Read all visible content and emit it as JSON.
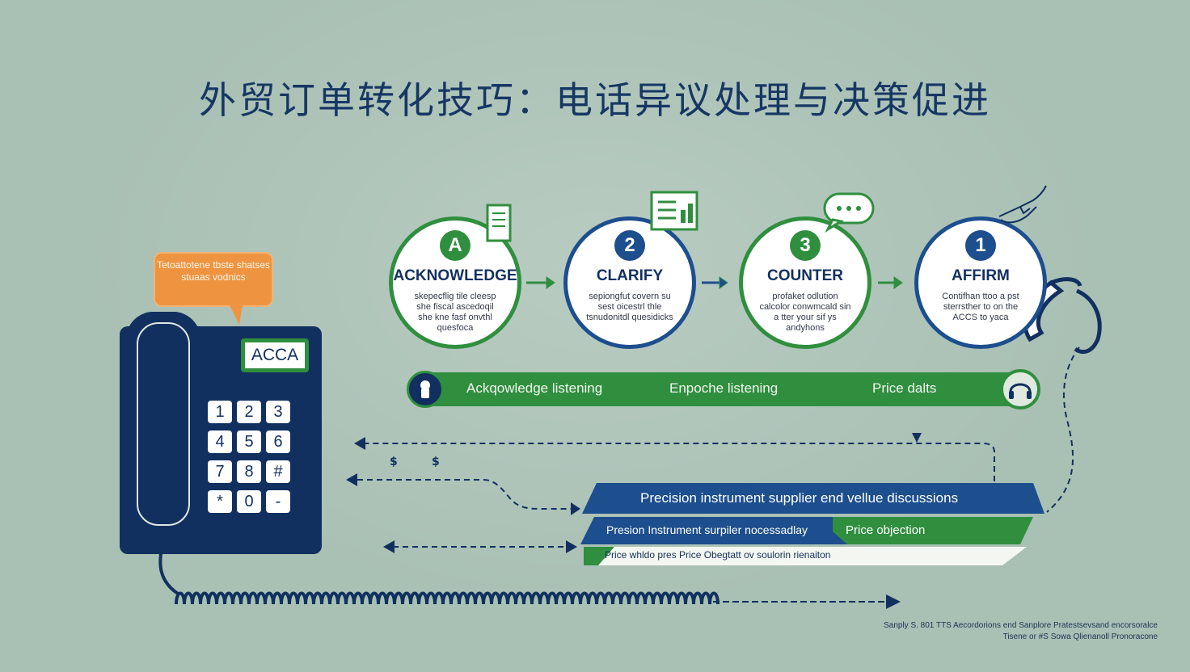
{
  "title": "外贸订单转化技巧：电话异议处理与决策促进",
  "steps": [
    {
      "badge": "A",
      "label": "ACKNOWLEDGE",
      "desc": "skepecflig tile cleesp she fiscal ascedoqil she kne fasf onvthl quesfoca",
      "color": "#2f8f3e"
    },
    {
      "badge": "2",
      "label": "CLARIFY",
      "desc": "sepiongfut covern su sest oicestrl thle tsnudonitdl quesidicks",
      "color": "#1d4e8e"
    },
    {
      "badge": "3",
      "label": "COUNTER",
      "desc": "profaket odlution calcolor conwmcald sin a tter your sif ys andyhons",
      "color": "#2f8f3e"
    },
    {
      "badge": "1",
      "label": "AFFIRM",
      "desc": "Contifhan ttoo a pst sterrsther to on the ACCS to yaca",
      "color": "#1d4e8e"
    }
  ],
  "band": {
    "items": [
      "Ackqowledge listening",
      "Enpoche listening",
      "Price dalts"
    ]
  },
  "bubble": {
    "text": "Tetoattotene tbste shatses stuaas vodnics"
  },
  "phone": {
    "brand": "ACCA",
    "keys": [
      "1",
      "2",
      "3",
      "4",
      "5",
      "6",
      "7",
      "8",
      "#",
      "*",
      "0",
      "-"
    ]
  },
  "banners": {
    "top": "Precision instrument supplier end vellue discussions",
    "mid_left": "Presion Instrument surpiler nocessadlay",
    "mid_right": "Price objection",
    "bottom": "Price whldo pres Price Obegtatt ov soulorin rienaiton"
  },
  "small_marks": [
    "$",
    "$"
  ],
  "footer": {
    "line1": "Sanply S. 801 TTS Aecordorions end Sanplore Pratestsevsand encorsoralce",
    "line2": "Tisene or #S Sowa Qlienanoll Pronoracone"
  },
  "colors": {
    "background": "#a9c0b4",
    "navy": "#12305f",
    "green": "#2f8f3e",
    "blue": "#1d4e8e",
    "orange": "#ee9440"
  }
}
